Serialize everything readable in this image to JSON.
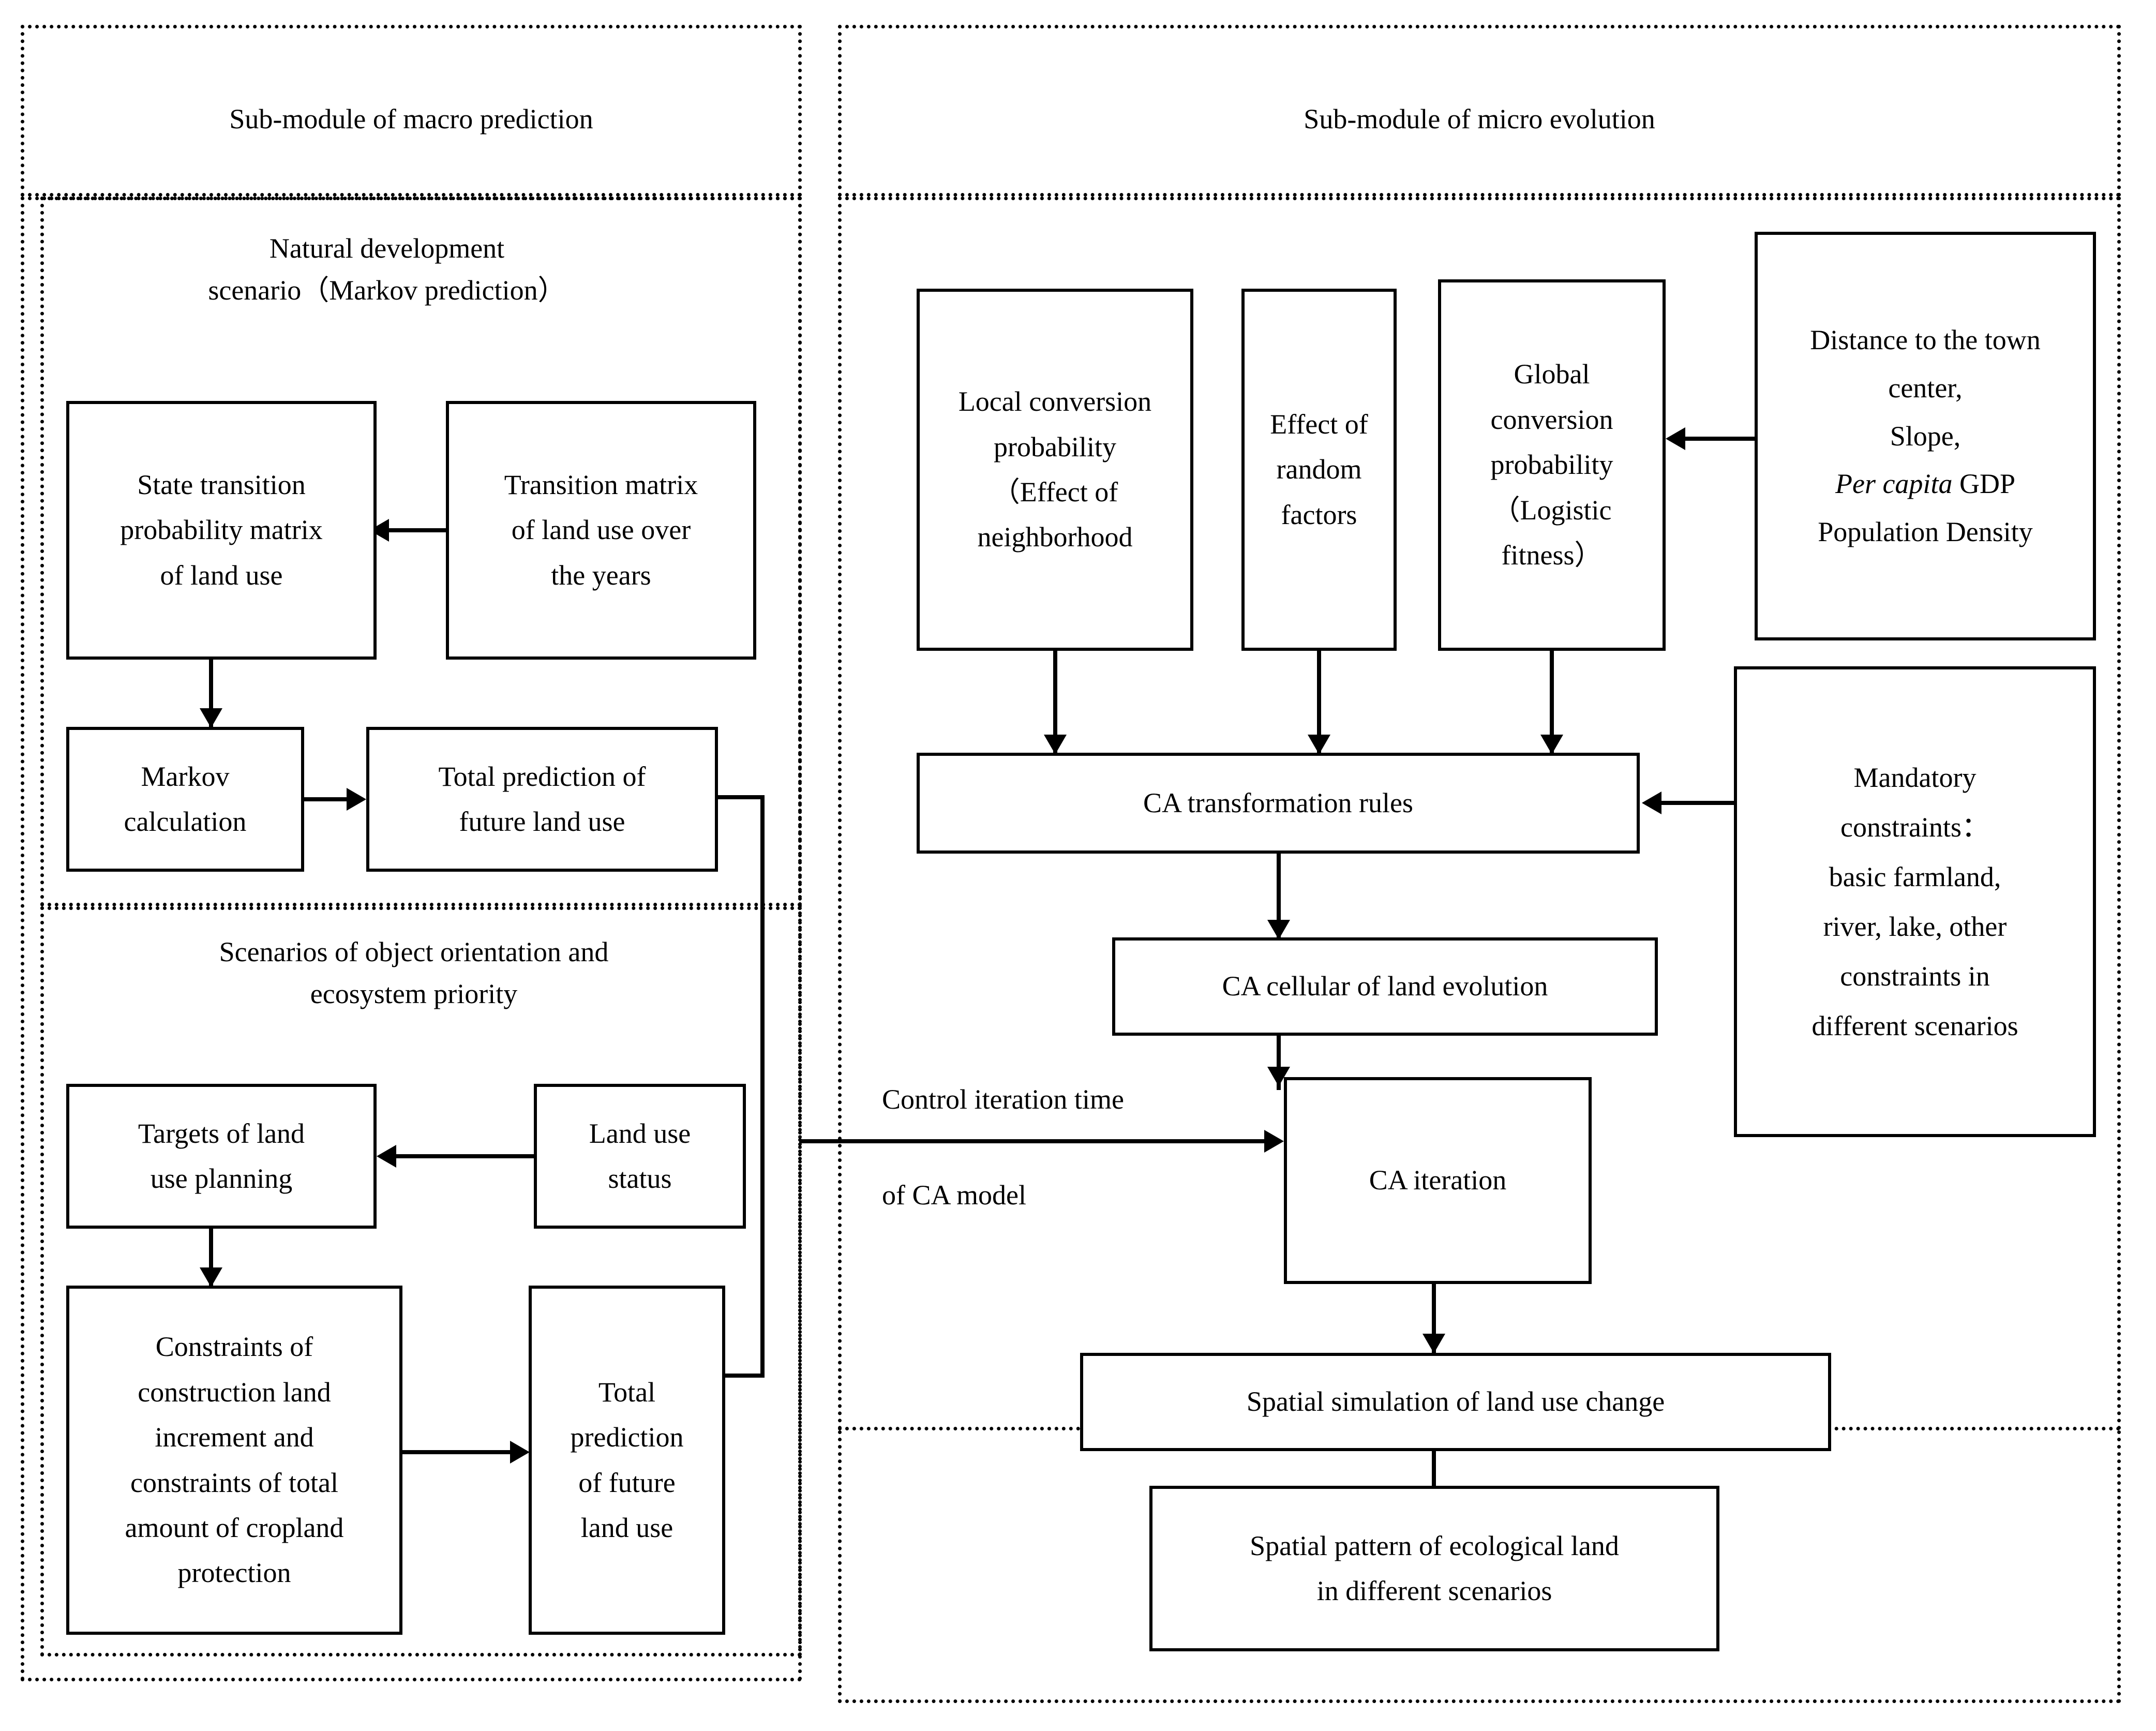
{
  "diagram": {
    "title_macro": "Sub-module of macro prediction",
    "title_micro": "Sub-module of micro evolution"
  },
  "macro": {
    "header": "Sub-module of macro prediction",
    "scenario_natural_title": "Natural development\nscenario（Markov prediction）",
    "scenario_object_title": "Scenarios of object orientation and\necosystem priority",
    "nodes": {
      "state_transition": "State transition\nprobability matrix\nof land use",
      "transition_matrix": "Transition matrix\nof land use over\nthe years",
      "markov_calculation": "Markov\ncalculation",
      "total_prediction_1": "Total prediction of\nfuture land use",
      "targets_of_land_use": "Targets of land\nuse planning",
      "land_use_status": "Land use\nstatus",
      "constraints": "Constraints of\nconstruction land\nincrement and\nconstraints of total\namount of cropland\nprotection",
      "total_prediction_2": "Total\nprediction\nof future\nland use"
    }
  },
  "micro": {
    "header": "Sub-module of micro evolution",
    "nodes": {
      "local_conversion": "Local conversion\nprobability\n（Effect of\nneighborhood",
      "random_factors": "Effect of\nrandom\nfactors",
      "global_conversion": "Global\nconversion\nprobability\n（Logistic\nfitness）",
      "driving_factors_line1": "Distance to the town",
      "driving_factors_line2": "center,",
      "driving_factors_line3": "Slope,",
      "driving_factors_line4_italic": "Per capita",
      "driving_factors_line4_rest": " GDP",
      "driving_factors_line5": "Population Density",
      "ca_transformation_rules": "CA transformation rules",
      "mandatory_constraints": "Mandatory\nconstraints：\nbasic farmland,\nriver, lake, other\nconstraints in\ndifferent scenarios",
      "ca_cellular": "CA cellular of land evolution",
      "ca_iteration": "CA iteration",
      "spatial_simulation": "Spatial simulation of land use change",
      "spatial_pattern": "Spatial pattern of ecological land\nin different scenarios"
    },
    "labels": {
      "control_iteration_line1": "Control iteration time",
      "control_iteration_line2": "of CA model"
    }
  },
  "colors": {
    "stroke": "#000000",
    "background": "#ffffff"
  }
}
